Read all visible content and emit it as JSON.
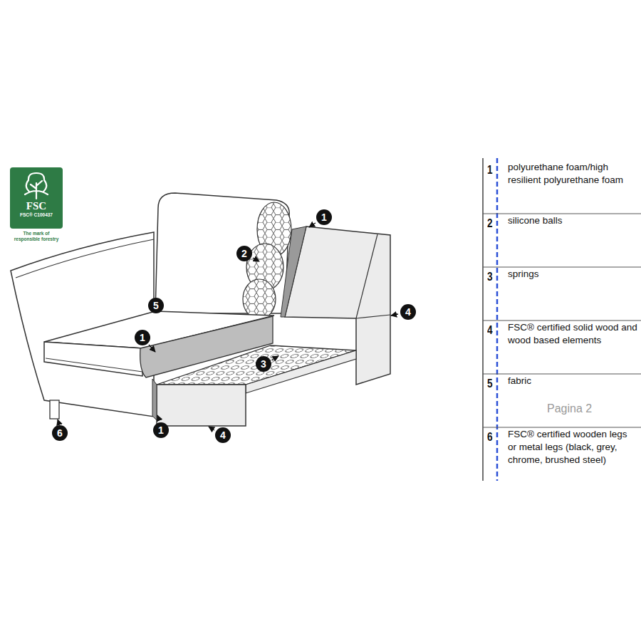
{
  "diagram": {
    "nodes": [
      {
        "text": [
          "FSC",
          "FSC® C100437",
          "The mark of responsible forestry"
        ]
      }
    ],
    "labels": [
      "1",
      "2",
      "4",
      "5",
      "1",
      "3",
      "1",
      "4",
      "6",
      "1",
      "polyurethane foam/high resilient polyurethane foam",
      "2",
      "silicone balls",
      "3",
      "springs",
      "4",
      "FSC® certified solid wood and wood based elements",
      "5",
      "fabric",
      "Pagina 2",
      "6",
      "FSC® certified wooden legs or metal legs (black, grey, chrome, brushed steel)"
    ]
  }
}
